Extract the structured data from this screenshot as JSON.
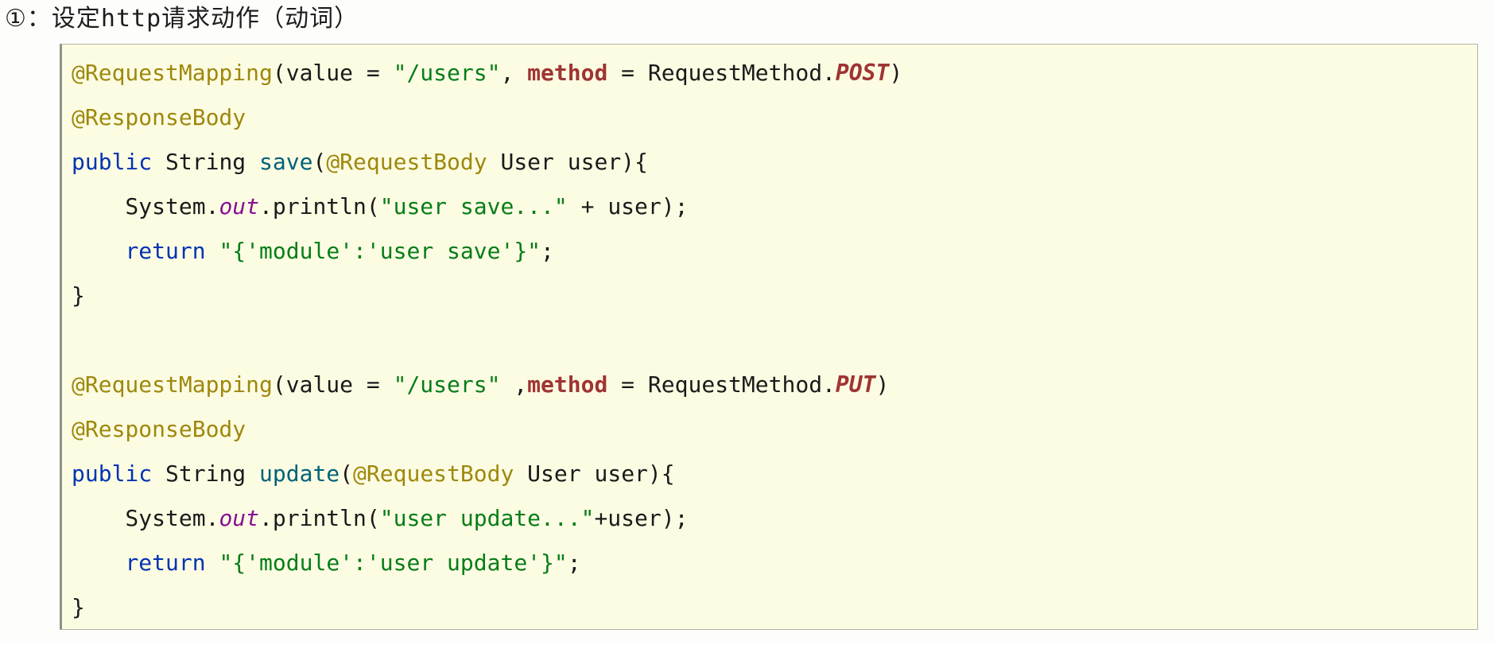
{
  "page": {
    "title": "①：设定http请求动作（动词）"
  },
  "colors": {
    "code_background": "#fcfce3",
    "code_border": "#b2b2aa",
    "annotation": "#9e880d",
    "keyword": "#0033b3",
    "string": "#067d17",
    "method_declaration": "#00627a",
    "static_field": "#871094",
    "attribute": "#a03432",
    "constant": "#a03432",
    "plain_text": "#1a1a1a"
  },
  "code_block": {
    "language": "java",
    "lines": [
      {
        "tokens": [
          [
            "ann",
            "@RequestMapping"
          ],
          [
            "plain",
            "(value = "
          ],
          [
            "str",
            "\"/users\""
          ],
          [
            "plain",
            ", "
          ],
          [
            "attr",
            "method"
          ],
          [
            "plain",
            " = RequestMethod."
          ],
          [
            "const",
            "POST"
          ],
          [
            "plain",
            ")"
          ]
        ]
      },
      {
        "tokens": [
          [
            "ann",
            "@ResponseBody"
          ]
        ]
      },
      {
        "tokens": [
          [
            "kw",
            "public"
          ],
          [
            "plain",
            " String "
          ],
          [
            "meth",
            "save"
          ],
          [
            "plain",
            "("
          ],
          [
            "ann",
            "@RequestBody"
          ],
          [
            "plain",
            " User user){"
          ]
        ]
      },
      {
        "tokens": [
          [
            "plain",
            "    System."
          ],
          [
            "field",
            "out"
          ],
          [
            "plain",
            ".println("
          ],
          [
            "str",
            "\"user save...\""
          ],
          [
            "plain",
            " + user);"
          ]
        ]
      },
      {
        "tokens": [
          [
            "plain",
            "    "
          ],
          [
            "kw",
            "return"
          ],
          [
            "plain",
            " "
          ],
          [
            "str",
            "\"{'module':'user save'}\""
          ],
          [
            "plain",
            ";"
          ]
        ]
      },
      {
        "tokens": [
          [
            "plain",
            "}"
          ]
        ]
      },
      {
        "tokens": []
      },
      {
        "tokens": [
          [
            "ann",
            "@RequestMapping"
          ],
          [
            "plain",
            "(value = "
          ],
          [
            "str",
            "\"/users\""
          ],
          [
            "plain",
            " ,"
          ],
          [
            "attr",
            "method"
          ],
          [
            "plain",
            " = RequestMethod."
          ],
          [
            "const",
            "PUT"
          ],
          [
            "plain",
            ")"
          ]
        ]
      },
      {
        "tokens": [
          [
            "ann",
            "@ResponseBody"
          ]
        ]
      },
      {
        "tokens": [
          [
            "kw",
            "public"
          ],
          [
            "plain",
            " String "
          ],
          [
            "meth",
            "update"
          ],
          [
            "plain",
            "("
          ],
          [
            "ann",
            "@RequestBody"
          ],
          [
            "plain",
            " User user){"
          ]
        ]
      },
      {
        "tokens": [
          [
            "plain",
            "    System."
          ],
          [
            "field",
            "out"
          ],
          [
            "plain",
            ".println("
          ],
          [
            "str",
            "\"user update...\""
          ],
          [
            "plain",
            "+user);"
          ]
        ]
      },
      {
        "tokens": [
          [
            "plain",
            "    "
          ],
          [
            "kw",
            "return"
          ],
          [
            "plain",
            " "
          ],
          [
            "str",
            "\"{'module':'user update'}\""
          ],
          [
            "plain",
            ";"
          ]
        ]
      },
      {
        "tokens": [
          [
            "plain",
            "}"
          ]
        ]
      }
    ]
  }
}
